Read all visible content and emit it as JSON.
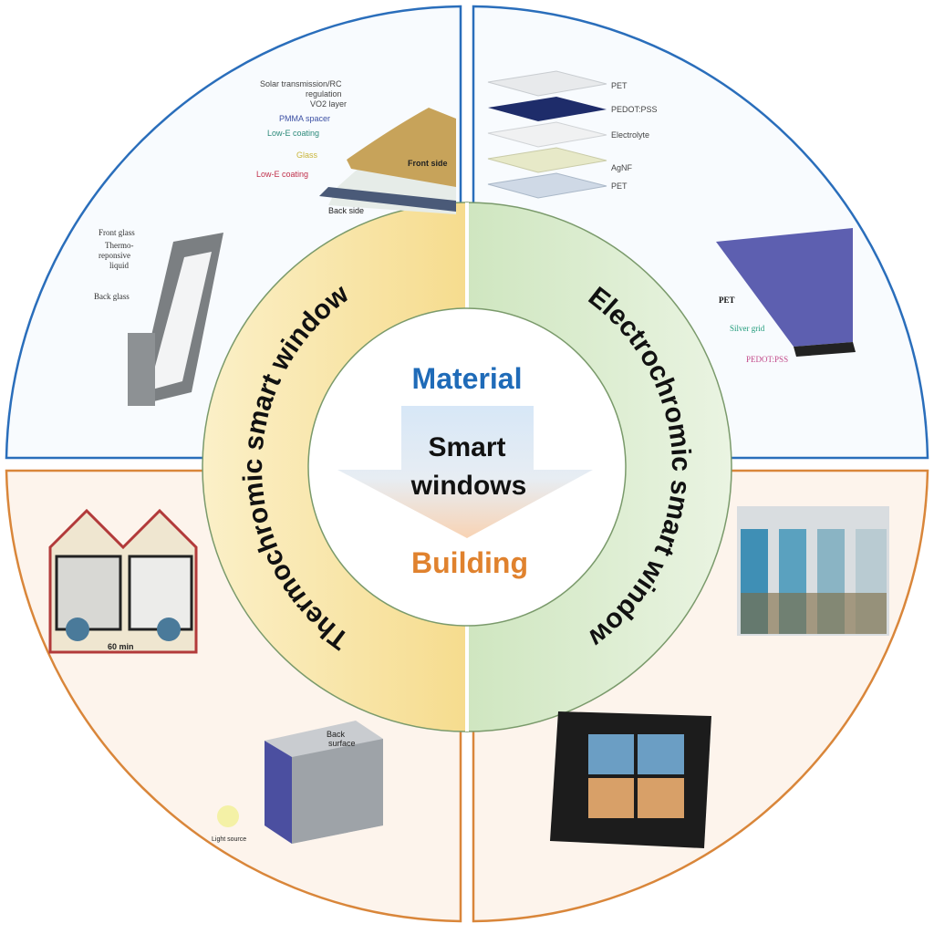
{
  "colors": {
    "top_border": "#2a6ebb",
    "bottom_border": "#d9863a",
    "material": "#1f6bb8",
    "building": "#e0822e"
  },
  "center": {
    "top": "Material",
    "line1": "Smart",
    "line2": "windows",
    "bottom": "Building"
  },
  "ring": {
    "left": "Thermochromic smart window",
    "right": "Electrochromic smart window"
  },
  "q_top_left": {
    "film_labels": [
      "Solar transmission/RC",
      "regulation",
      "VO2 layer",
      "PMMA spacer",
      "Low-E coating",
      "Glass",
      "Low-E coating",
      "Front side",
      "Back side"
    ],
    "frame_labels": [
      "Front glass",
      "Thermo-",
      "reponsive",
      "liquid",
      "Back glass"
    ]
  },
  "q_top_right": {
    "layers": [
      "PET",
      "PEDOT:PSS",
      "Electrolyte",
      "AgNF",
      "PET"
    ],
    "grid_labels": [
      "PET",
      "Silver grid",
      "PEDOT:PSS"
    ]
  },
  "q_bottom_left": {
    "house_label": "60 min",
    "box_labels": [
      "Back",
      "surface",
      "Light source"
    ]
  }
}
